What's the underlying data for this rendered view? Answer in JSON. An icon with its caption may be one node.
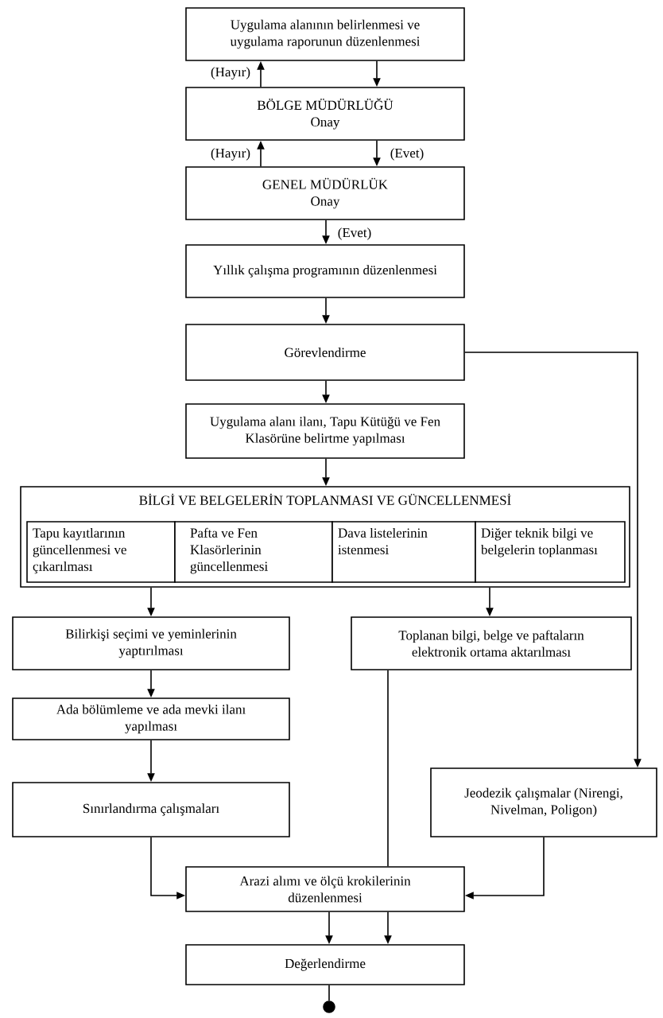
{
  "diagram": {
    "nodes": [
      {
        "text": [
          "Uygulama alanının belirlenmesi ve uygulama raporunun düzenlenmesi"
        ]
      },
      {
        "text": [
          "BÖLGE MÜDÜRLÜĞÜ",
          "Onay"
        ]
      },
      {
        "text": [
          "GENEL MÜDÜRLÜK",
          "Onay"
        ]
      },
      {
        "text": [
          "Yıllık çalışma programının düzenlenmesi"
        ]
      },
      {
        "text": [
          "Görevlendirme"
        ]
      },
      {
        "text": [
          "Uygulama alanı ilanı, Tapu Kütüğü ve Fen Klasörüne belirtme yapılması"
        ]
      },
      {
        "text": [
          "BİLGİ VE BELGELERİN TOPLANMASI VE GÜNCELLENMESİ"
        ]
      },
      {
        "text": [
          "Tapu kayıtlarının güncellenmesi ve çıkarılması"
        ],
        "in": 6
      },
      {
        "text": [
          "Pafta ve Fen Klasörlerinin güncellenmesi"
        ],
        "in": 6
      },
      {
        "text": [
          "Dava listelerinin istenmesi"
        ],
        "in": 6
      },
      {
        "text": [
          "Diğer teknik bilgi ve belgelerin toplanması"
        ],
        "in": 6
      },
      {
        "text": [
          "Bilirkişi seçimi ve yeminlerinin yaptırılması"
        ]
      },
      {
        "text": [
          "Toplanan bilgi, belge ve paftaların elektronik ortama aktarılması"
        ]
      },
      {
        "text": [
          "Ada bölümleme ve ada mevki ilanı yapılması"
        ]
      },
      {
        "text": [
          "Sınırlandırma çalışmaları"
        ]
      },
      {
        "text": [
          "Jeodezik çalışmalar (Nirengi, Nivelman, Poligon)"
        ]
      },
      {
        "text": [
          "Arazi alımı ve ölçü krokilerinin düzenlenmesi"
        ]
      },
      {
        "text": [
          "Değerlendirme"
        ]
      },
      {
        "text": [],
        "shape": "circle"
      }
    ],
    "edges": [
      {
        "from": 0,
        "to": 1,
        "arrow": "to"
      },
      {
        "from": 1,
        "to": 0,
        "arrow": "to",
        "label": "(Hayır)"
      },
      {
        "from": 1,
        "to": 2,
        "arrow": "to",
        "label": "(Evet)"
      },
      {
        "from": 2,
        "to": 1,
        "arrow": "to",
        "label": "(Hayır)"
      },
      {
        "from": 2,
        "to": 3,
        "arrow": "to",
        "label": "(Evet)"
      },
      {
        "from": 3,
        "to": 4,
        "arrow": "to"
      },
      {
        "from": 4,
        "to": 5,
        "arrow": "to"
      },
      {
        "from": 4,
        "to": 15,
        "arrow": "to"
      },
      {
        "from": 5,
        "to": 6,
        "arrow": "to"
      },
      {
        "from": 6,
        "to": 11,
        "arrow": "to"
      },
      {
        "from": 6,
        "to": 12,
        "arrow": "to"
      },
      {
        "from": 11,
        "to": 13,
        "arrow": "to"
      },
      {
        "from": 13,
        "to": 14,
        "arrow": "to"
      },
      {
        "from": 14,
        "to": 16,
        "arrow": "to"
      },
      {
        "from": 12,
        "to": 16,
        "arrow": "none"
      },
      {
        "from": 15,
        "to": 16,
        "arrow": "to"
      },
      {
        "from": 16,
        "to": 17,
        "arrow": "to"
      },
      {
        "from": 16,
        "to": 17,
        "arrow": "to"
      },
      {
        "from": 17,
        "to": 18,
        "arrow": "none"
      }
    ]
  }
}
